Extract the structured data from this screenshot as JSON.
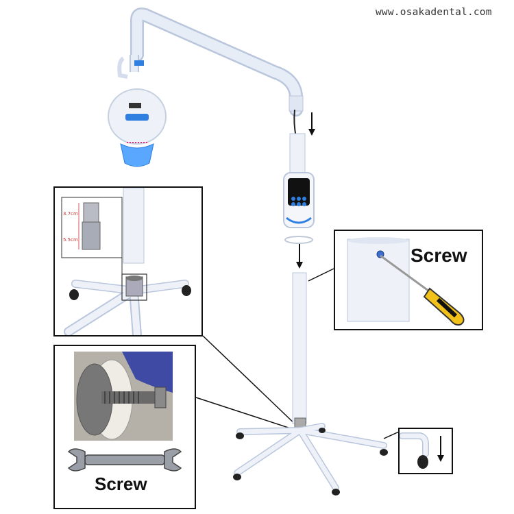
{
  "watermark": "www.osakadental.com",
  "callouts": {
    "screw_top_right": "Screw",
    "screw_bottom_left": "Screw"
  },
  "dimensions": {
    "upper": "3.7cm",
    "lower": "5.5cm"
  },
  "colors": {
    "frame": "#e7edf7",
    "frame_shadow": "#b9c6dc",
    "accent_blue": "#2f7fe0",
    "panel_dark": "#111111",
    "screwdriver_yellow": "#f3c21a"
  },
  "icons": [
    "arrow-down-icon",
    "wrench-icon",
    "screwdriver-icon"
  ]
}
